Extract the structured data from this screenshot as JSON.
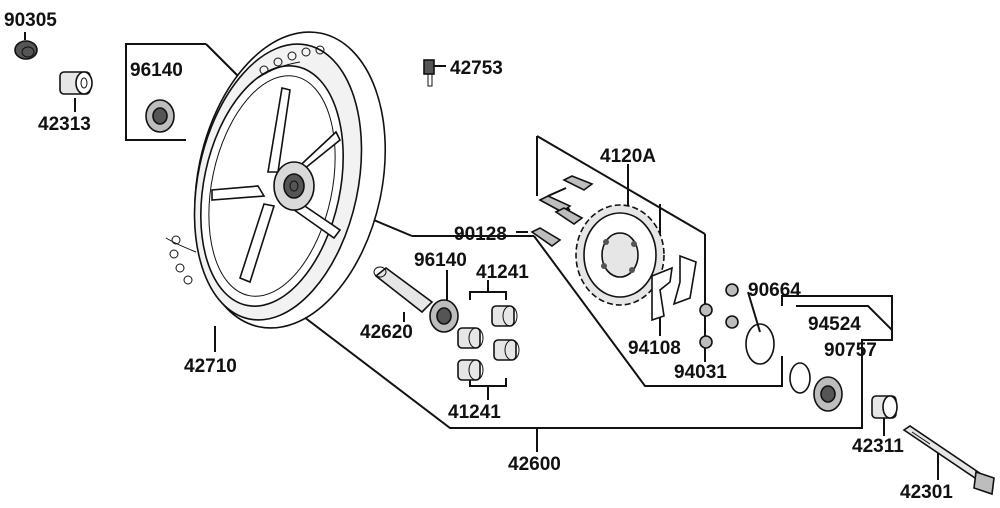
{
  "diagram": {
    "part_numbers": {
      "p90305": "90305",
      "p42313": "42313",
      "p96140_a": "96140",
      "p42753": "42753",
      "p4120a": "4120A",
      "p90128": "90128",
      "p96140_b": "96140",
      "p41241_a": "41241",
      "p90664": "90664",
      "p94524": "94524",
      "p90757": "90757",
      "p42620": "42620",
      "p94108": "94108",
      "p94031": "94031",
      "p42710": "42710",
      "p41241_b": "41241",
      "p42600": "42600",
      "p42311": "42311",
      "p42301": "42301"
    },
    "colors": {
      "ink": "#111111",
      "background": "#ffffff",
      "light_fill": "#e6e6e6",
      "mid_fill": "#bdbdbd",
      "dark_fill": "#555555"
    }
  }
}
